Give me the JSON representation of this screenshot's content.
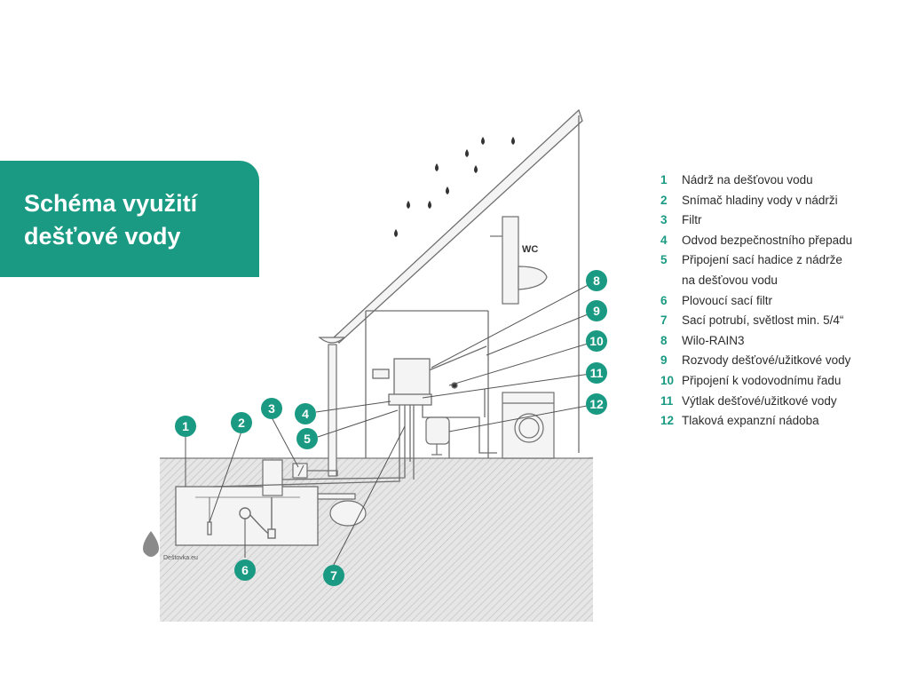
{
  "title": {
    "line1": "Schéma využití",
    "line2": "dešťové vody"
  },
  "room_label": "WC",
  "watermark": "Deštovka.eu",
  "callouts": [
    "1",
    "2",
    "3",
    "4",
    "5",
    "6",
    "7",
    "8",
    "9",
    "10",
    "11",
    "12"
  ],
  "legend": [
    {
      "num": "1",
      "text": "Nádrž na dešťovou vodu"
    },
    {
      "num": "2",
      "text": "Snímač hladiny vody v nádrži"
    },
    {
      "num": "3",
      "text": "Filtr"
    },
    {
      "num": "4",
      "text": "Odvod bezpečnostního přepadu"
    },
    {
      "num": "5",
      "text": "Připojení sací hadice z nádrže"
    },
    {
      "num": "",
      "text": "na dešťovou vodu"
    },
    {
      "num": "6",
      "text": "Plovoucí sací filtr"
    },
    {
      "num": "7",
      "text": "Sací potrubí, světlost min. 5/4“"
    },
    {
      "num": "8",
      "text": "Wilo-RAIN3"
    },
    {
      "num": "9",
      "text": "Rozvody dešťové/užitkové vody"
    },
    {
      "num": "10",
      "text": "Připojení k vodovodnímu řadu"
    },
    {
      "num": "11",
      "text": "Výtlak dešťové/užitkové vody"
    },
    {
      "num": "12",
      "text": "Tlaková expanzní nádoba"
    }
  ],
  "colors": {
    "accent": "#1a9a83",
    "line": "#6f6f6f",
    "ground": "#e3e3e3"
  }
}
